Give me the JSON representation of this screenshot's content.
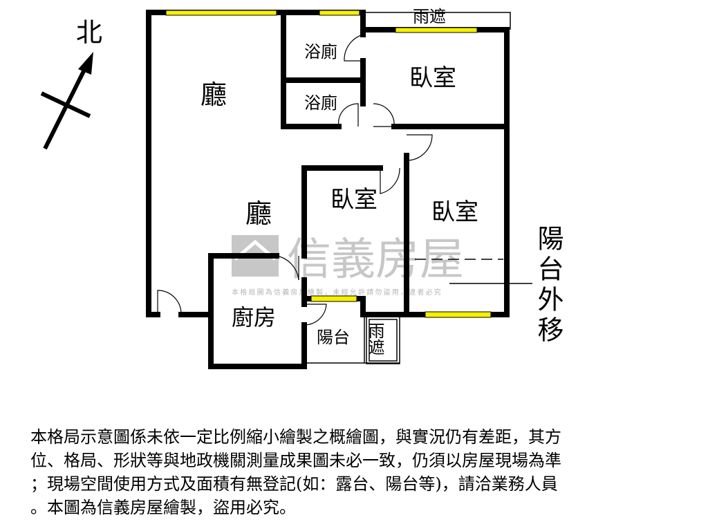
{
  "compass": {
    "label": "北"
  },
  "rooms": {
    "living_upper": "廳",
    "living_lower": "廳",
    "bath_1": "浴廁",
    "bath_2": "浴廁",
    "bedroom_top": "臥室",
    "bedroom_right": "臥室",
    "bedroom_middle": "臥室",
    "kitchen": "廚房",
    "balcony": "陽台",
    "rain_cover_top": "雨遮",
    "rain_cover_bottom": "雨遮",
    "balcony_moved": "陽台外移"
  },
  "watermark": {
    "brand": "信義房屋",
    "notice": "本格局圖為信義房屋繪製，未經允許請勿盜用，違者必究"
  },
  "disclaimer": {
    "lines": [
      "本格局示意圖係未依一定比例縮小繪製之概繪圖，與實況仍有差距，其方",
      "位、格局、形狀等與地政機關測量成果圖未必一致，仍須以房屋現場為準",
      "；現場空間使用方式及面積有無登記(如：露台、陽台等)，請洽業務人員",
      "。本圖為信義房屋繪製，盜用必究。"
    ]
  },
  "colors": {
    "wall": "#000000",
    "window": "#f5f000",
    "watermark": "#9a9a9a"
  }
}
